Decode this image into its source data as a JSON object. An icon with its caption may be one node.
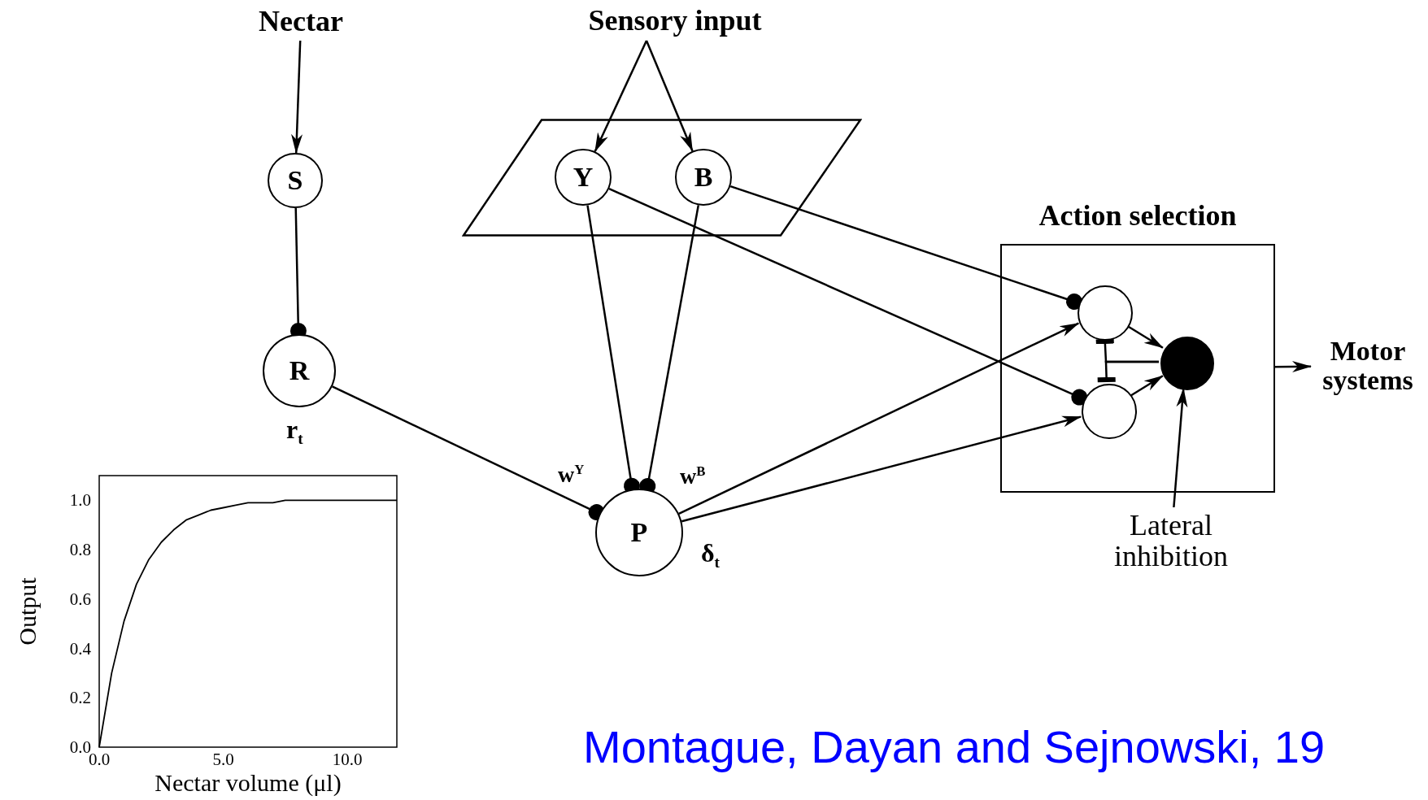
{
  "diagram": {
    "caption": "Montague, Dayan and Sejnowski, 19",
    "nodes": [
      {
        "text": [
          "Nectar"
        ]
      },
      {
        "text": [
          "S"
        ]
      },
      {
        "text": [
          "R"
        ],
        "beside": [
          "r$_{t}$"
        ]
      },
      {
        "text": [
          "Sensory input"
        ]
      },
      {
        "text": [],
        "shape": "parallelogram"
      },
      {
        "text": [
          "Y"
        ],
        "in": 4
      },
      {
        "text": [
          "B"
        ],
        "in": 4
      },
      {
        "text": [
          "P"
        ],
        "beside": [
          "δ$_{t}$"
        ]
      },
      {
        "text": [
          "Action selection"
        ]
      },
      {
        "text": [],
        "shape": "circle",
        "in": 8
      },
      {
        "text": [],
        "shape": "circle",
        "in": 8
      },
      {
        "text": [],
        "shape": "circle",
        "in": 8
      },
      {
        "text": [
          "Motor systems"
        ]
      },
      {
        "text": [
          "Lateral inhibition"
        ]
      }
    ],
    "edges": [
      {
        "from": 0,
        "to": 1,
        "arrow": "to"
      },
      {
        "from": 1,
        "to": 2,
        "arrow": "other"
      },
      {
        "from": 3,
        "to": 5,
        "arrow": "to"
      },
      {
        "from": 3,
        "to": 6,
        "arrow": "to"
      },
      {
        "from": 2,
        "to": 7,
        "arrow": "other"
      },
      {
        "from": 5,
        "to": 7,
        "arrow": "other"
      },
      {
        "from": 6,
        "to": 7,
        "arrow": "other"
      },
      {
        "from": 6,
        "to": 9,
        "arrow": "other"
      },
      {
        "from": 5,
        "to": 10,
        "arrow": "other"
      },
      {
        "from": 7,
        "to": 9,
        "arrow": "to"
      },
      {
        "from": 7,
        "to": 10,
        "arrow": "to"
      },
      {
        "from": 9,
        "to": 11,
        "arrow": "to"
      },
      {
        "from": 10,
        "to": 11,
        "arrow": "to"
      },
      {
        "from": 11,
        "to": 9,
        "arrow": "other"
      },
      {
        "from": 11,
        "to": 10,
        "arrow": "other"
      },
      {
        "from": 13,
        "to": 11,
        "arrow": "to"
      },
      {
        "from": 8,
        "to": 12,
        "arrow": "to"
      }
    ],
    "labels": [
      "w$^{Y}$",
      "w$^{B}$"
    ],
    "chart_data": {
      "type": "line",
      "xlabel": "Nectar volume (μl)",
      "ylabel": "Output",
      "x": [
        0,
        0.5,
        1,
        1.5,
        2,
        2.5,
        3,
        3.5,
        4,
        4.5,
        5,
        5.5,
        6,
        6.5,
        7,
        7.5,
        8,
        8.5,
        9,
        9.5,
        10,
        10.5,
        11,
        11.5,
        12
      ],
      "series": [
        {
          "color": "#000000",
          "values": [
            0,
            0.3,
            0.51,
            0.66,
            0.76,
            0.83,
            0.88,
            0.92,
            0.94,
            0.96,
            0.97,
            0.98,
            0.99,
            0.99,
            0.99,
            1.0,
            1.0,
            1.0,
            1.0,
            1.0,
            1.0,
            1.0,
            1.0,
            1.0,
            1.0
          ]
        }
      ],
      "xlim": [
        0,
        12
      ],
      "ylim": [
        0,
        1.1
      ],
      "xticks": [
        {
          "value": 0,
          "label": "0.0"
        },
        {
          "value": 5,
          "label": "5.0"
        },
        {
          "value": 10,
          "label": "10.0"
        }
      ],
      "yticks": [
        {
          "value": 0,
          "label": "0.0"
        },
        {
          "value": 0.2,
          "label": "0.2"
        },
        {
          "value": 0.4,
          "label": "0.4"
        },
        {
          "value": 0.6,
          "label": "0.6"
        },
        {
          "value": 0.8,
          "label": "0.8"
        },
        {
          "value": 1.0,
          "label": "1.0"
        }
      ]
    }
  }
}
